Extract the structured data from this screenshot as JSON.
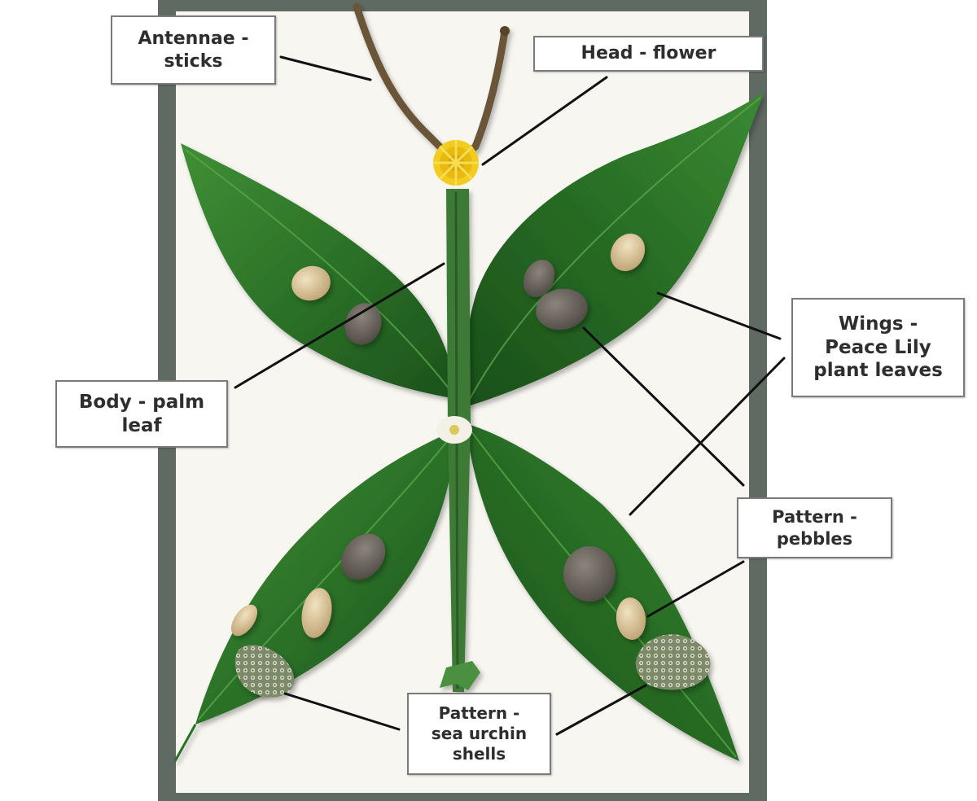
{
  "colors": {
    "board": "#5f6a63",
    "paper": "#f7f6f1",
    "leaf_dark": "#1f5a1e",
    "leaf_mid": "#2f7a2b",
    "leaf_light": "#4a9a3d",
    "stick": "#6b5539",
    "flower": "#f2cc1e",
    "pebble_grey": "#6f6a63",
    "pebble_tan": "#d9c39a",
    "connector": "#111111",
    "label_border": "#7a7a7a",
    "label_text": "#2e2e2e"
  },
  "labels": {
    "antennae": [
      "Antennae -",
      "sticks"
    ],
    "head": [
      "Head - flower"
    ],
    "wings": [
      "Wings -",
      "Peace Lily",
      "plant leaves"
    ],
    "body": [
      "Body - palm",
      "leaf"
    ],
    "pebbles": [
      "Pattern -",
      "pebbles"
    ],
    "shells": [
      "Pattern -",
      "sea urchin",
      "shells"
    ]
  }
}
